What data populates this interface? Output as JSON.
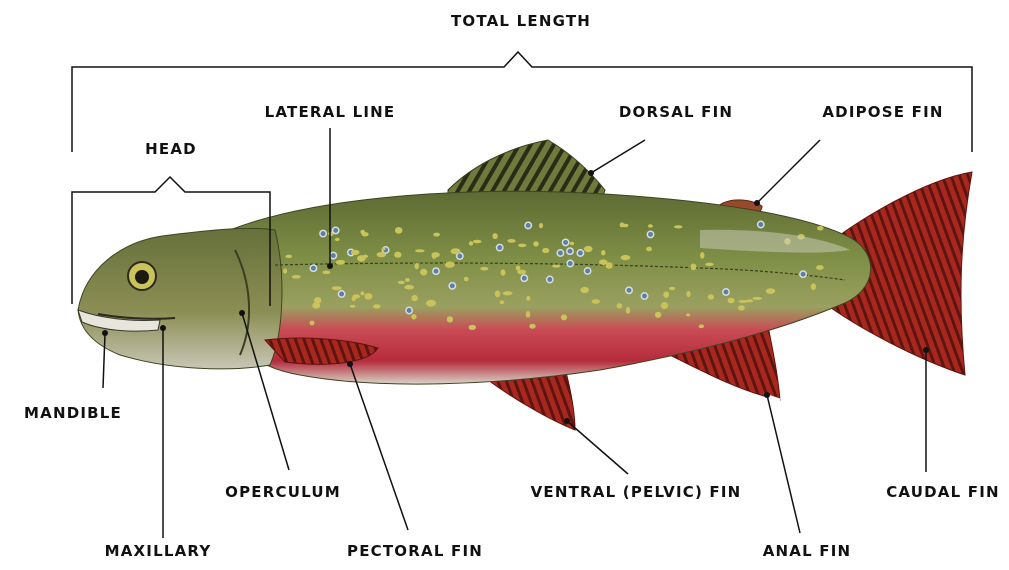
{
  "diagram": {
    "labels": {
      "total_length": "TOTAL LENGTH",
      "head": "HEAD",
      "lateral_line": "LATERAL LINE",
      "dorsal_fin": "DORSAL FIN",
      "adipose_fin": "ADIPOSE FIN",
      "mandible": "MANDIBLE",
      "operculum": "OPERCULUM",
      "ventral_fin": "VENTRAL (PELVIC) FIN",
      "caudal_fin": "CAUDAL FIN",
      "maxillary": "MAXILLARY",
      "pectoral_fin": "PECTORAL FIN",
      "anal_fin": "ANAL FIN"
    },
    "colors": {
      "back": "#6f7a3c",
      "belly": "#c8324a",
      "fin_red": "#a8281e",
      "spot_light": "#c9c35a",
      "spot_blue": "#5a7fa8",
      "line": "#111111"
    }
  }
}
